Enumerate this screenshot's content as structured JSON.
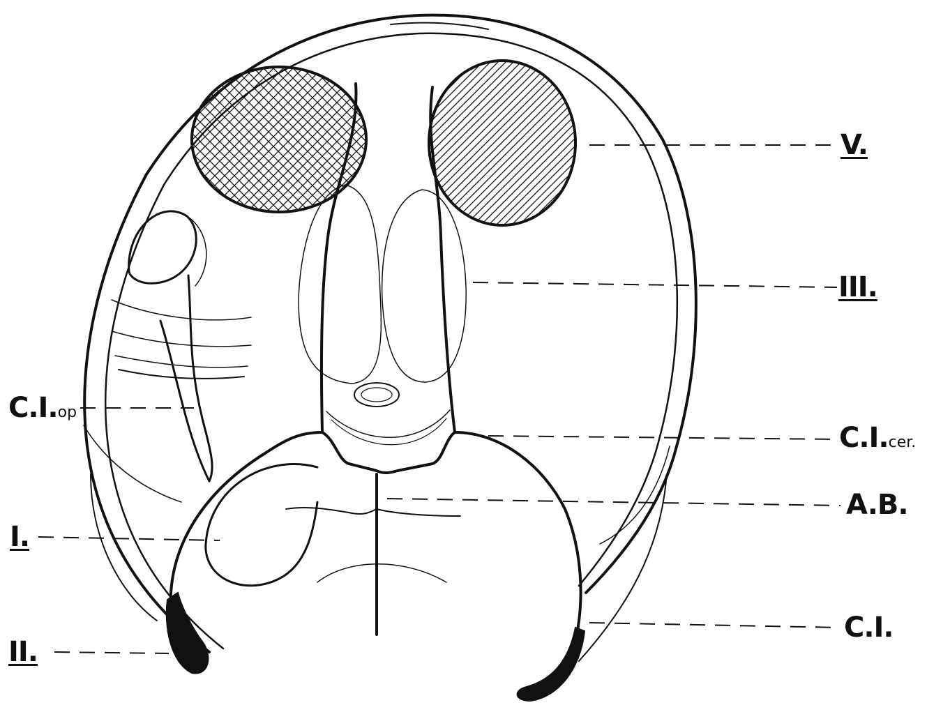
{
  "labels": {
    "V": "V.",
    "III": "III.",
    "C_I_op_main": "C.I.",
    "C_I_op_sub": "op",
    "C_I_cer_main": "C.I.",
    "C_I_cer_sub": "cer.",
    "A_B": "A.B.",
    "I": "I.",
    "II": "II.",
    "C_I": "C.I."
  },
  "colors": {
    "ink": "#111111",
    "paper": "#ffffff"
  }
}
